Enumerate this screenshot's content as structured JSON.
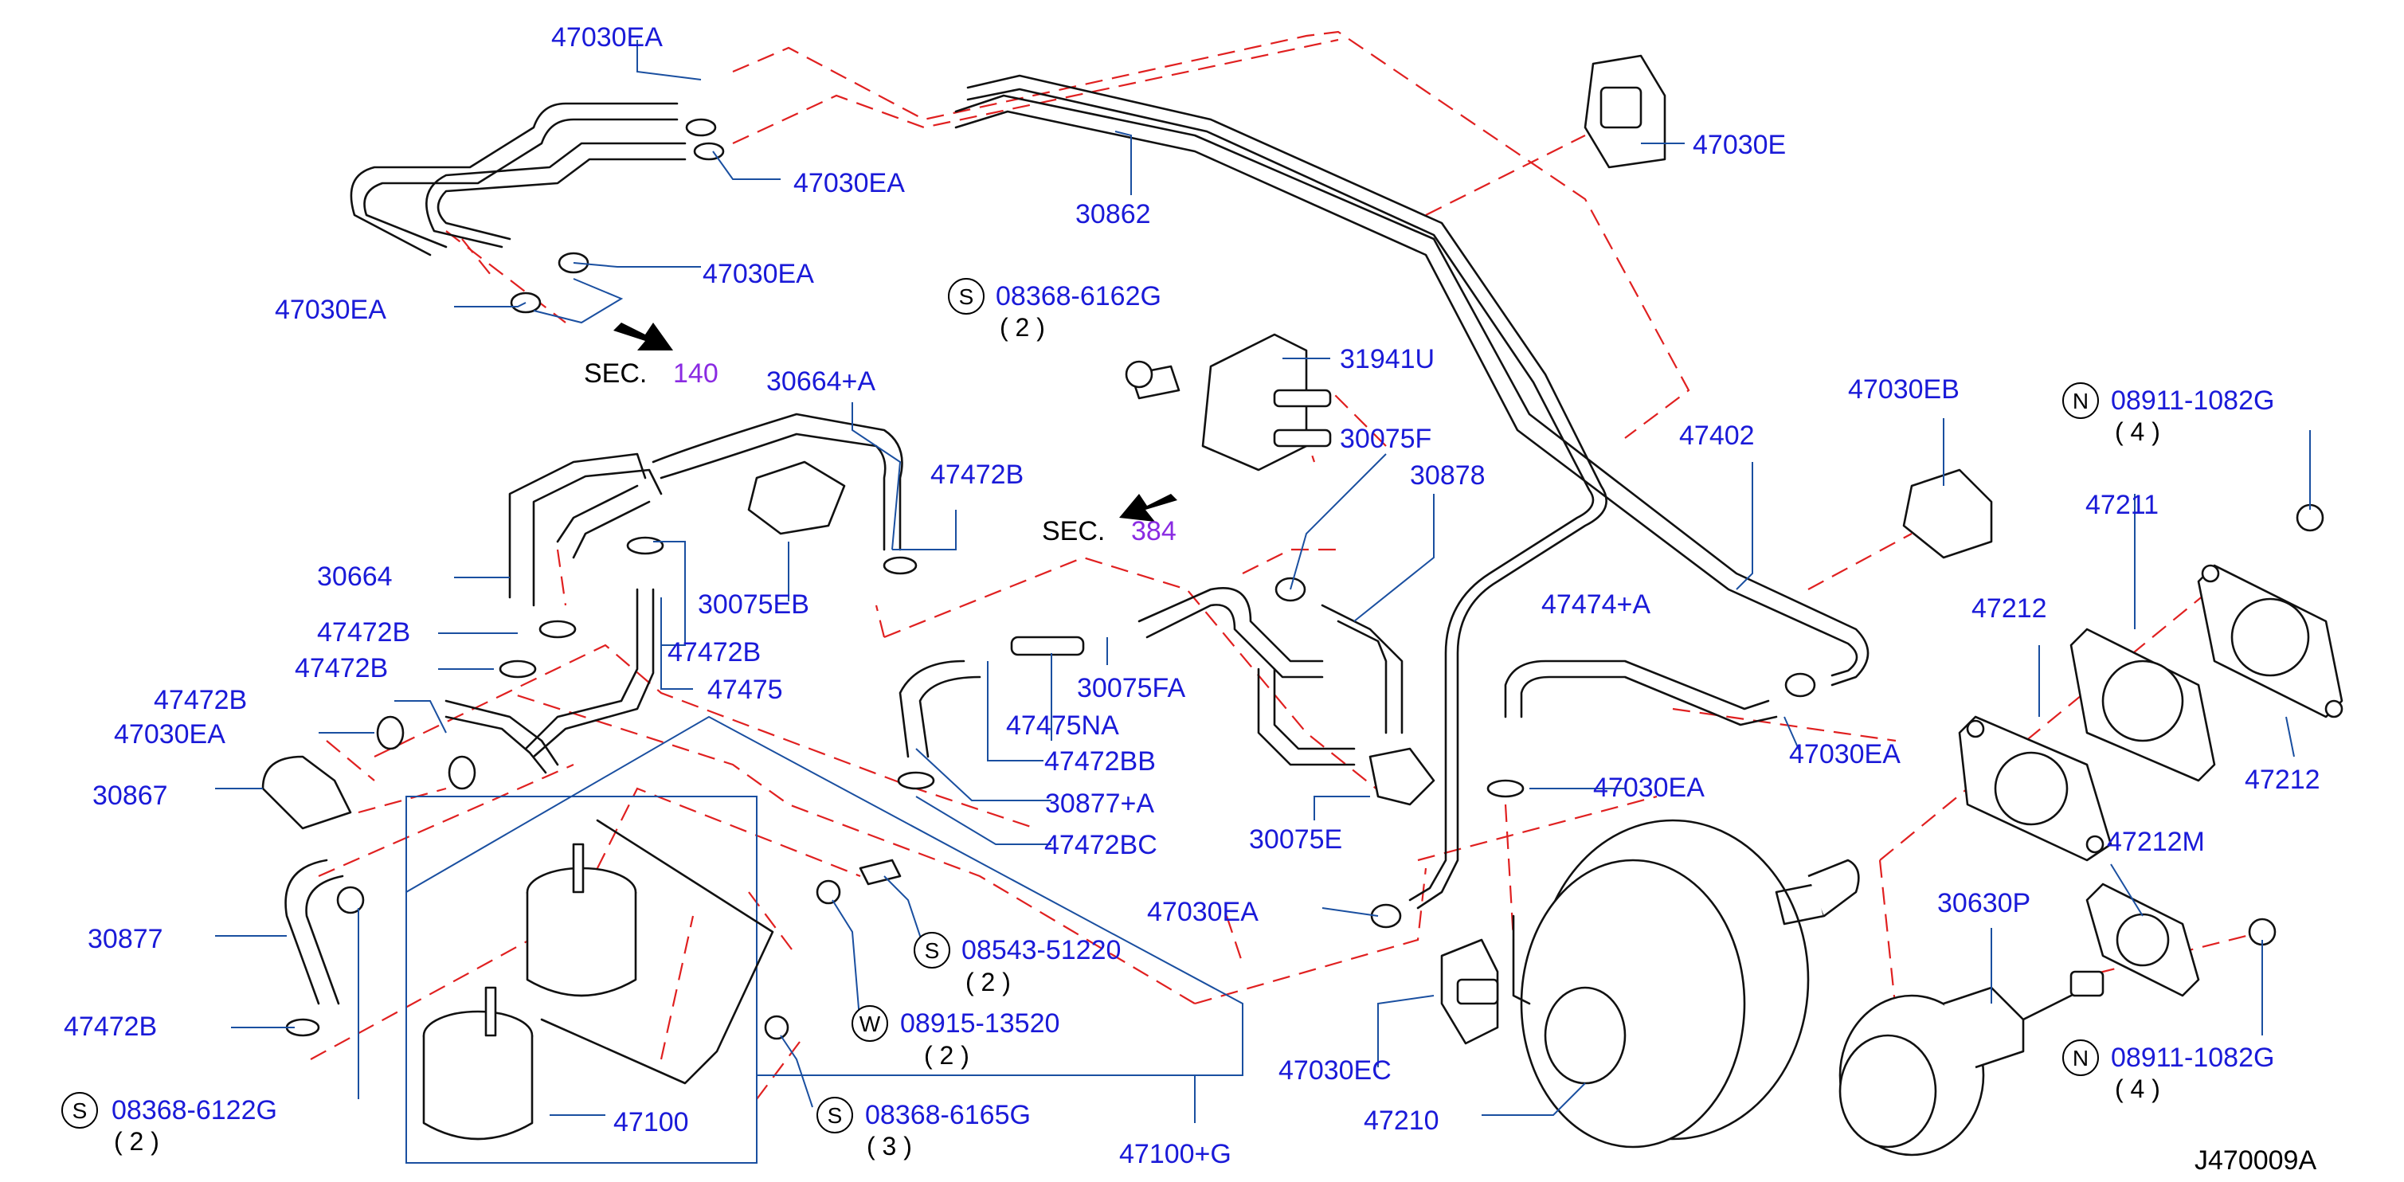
{
  "diagram": {
    "labels": {
      "p47030ea_1": "47030EA",
      "p47030ea_2": "47030EA",
      "p47030ea_3": "47030EA",
      "p47030ea_4": "47030EA",
      "p47030ea_5": "47030EA",
      "p47030ea_6": "47030EA",
      "p47030ea_7": "47030EA",
      "p47030ea_8": "47030EA",
      "p30862": "30862",
      "p47030e": "47030E",
      "p31941u": "31941U",
      "p30075f": "30075F",
      "p30878": "30878",
      "p47402": "47402",
      "p47030eb": "47030EB",
      "p47211": "47211",
      "p47212_a": "47212",
      "p47212_b": "47212",
      "p47212m": "47212M",
      "p30630p": "30630P",
      "p30664a": "30664+A",
      "p30664": "30664",
      "p47472b_1": "47472B",
      "p47472b_2": "47472B",
      "p47472b_3": "47472B",
      "p47472b_4": "47472B",
      "p47472b_5": "47472B",
      "p47472b_6": "47472B",
      "p30075eb": "30075EB",
      "p47475": "47475",
      "p30867": "30867",
      "p30877": "30877",
      "p47475na": "47475NA",
      "p30075fa": "30075FA",
      "p47472bb": "47472BB",
      "p30877a": "30877+A",
      "p47472bc": "47472BC",
      "p30075e": "30075E",
      "p47474a": "47474+A",
      "p47100": "47100",
      "p47100g": "47100+G",
      "p47030ec": "47030EC",
      "p47210": "47210"
    },
    "callouts": {
      "c1": {
        "prefix": "S",
        "code": "08368-6162G",
        "qty": "( 2 )"
      },
      "c2": {
        "prefix": "S",
        "code": "08543-51220",
        "qty": "( 2 )"
      },
      "c3": {
        "prefix": "W",
        "code": "08915-13520",
        "qty": "( 2 )"
      },
      "c4": {
        "prefix": "S",
        "code": "08368-6165G",
        "qty": "( 3 )"
      },
      "c5": {
        "prefix": "S",
        "code": "08368-6122G",
        "qty": "( 2 )"
      },
      "c6": {
        "prefix": "N",
        "code": "08911-1082G",
        "qty": "( 4 )"
      },
      "c7": {
        "prefix": "N",
        "code": "08911-1082G",
        "qty": "( 4 )"
      }
    },
    "sections": {
      "s1": {
        "label": "SEC.",
        "num": "140"
      },
      "s2": {
        "label": "SEC.",
        "num": "384"
      }
    },
    "diagram_id": "J470009A"
  },
  "colors": {
    "part_label": "#1a1ad8",
    "leader": "#1a4fa0",
    "dashed": "#e02020",
    "section_num": "#8a2be2"
  }
}
